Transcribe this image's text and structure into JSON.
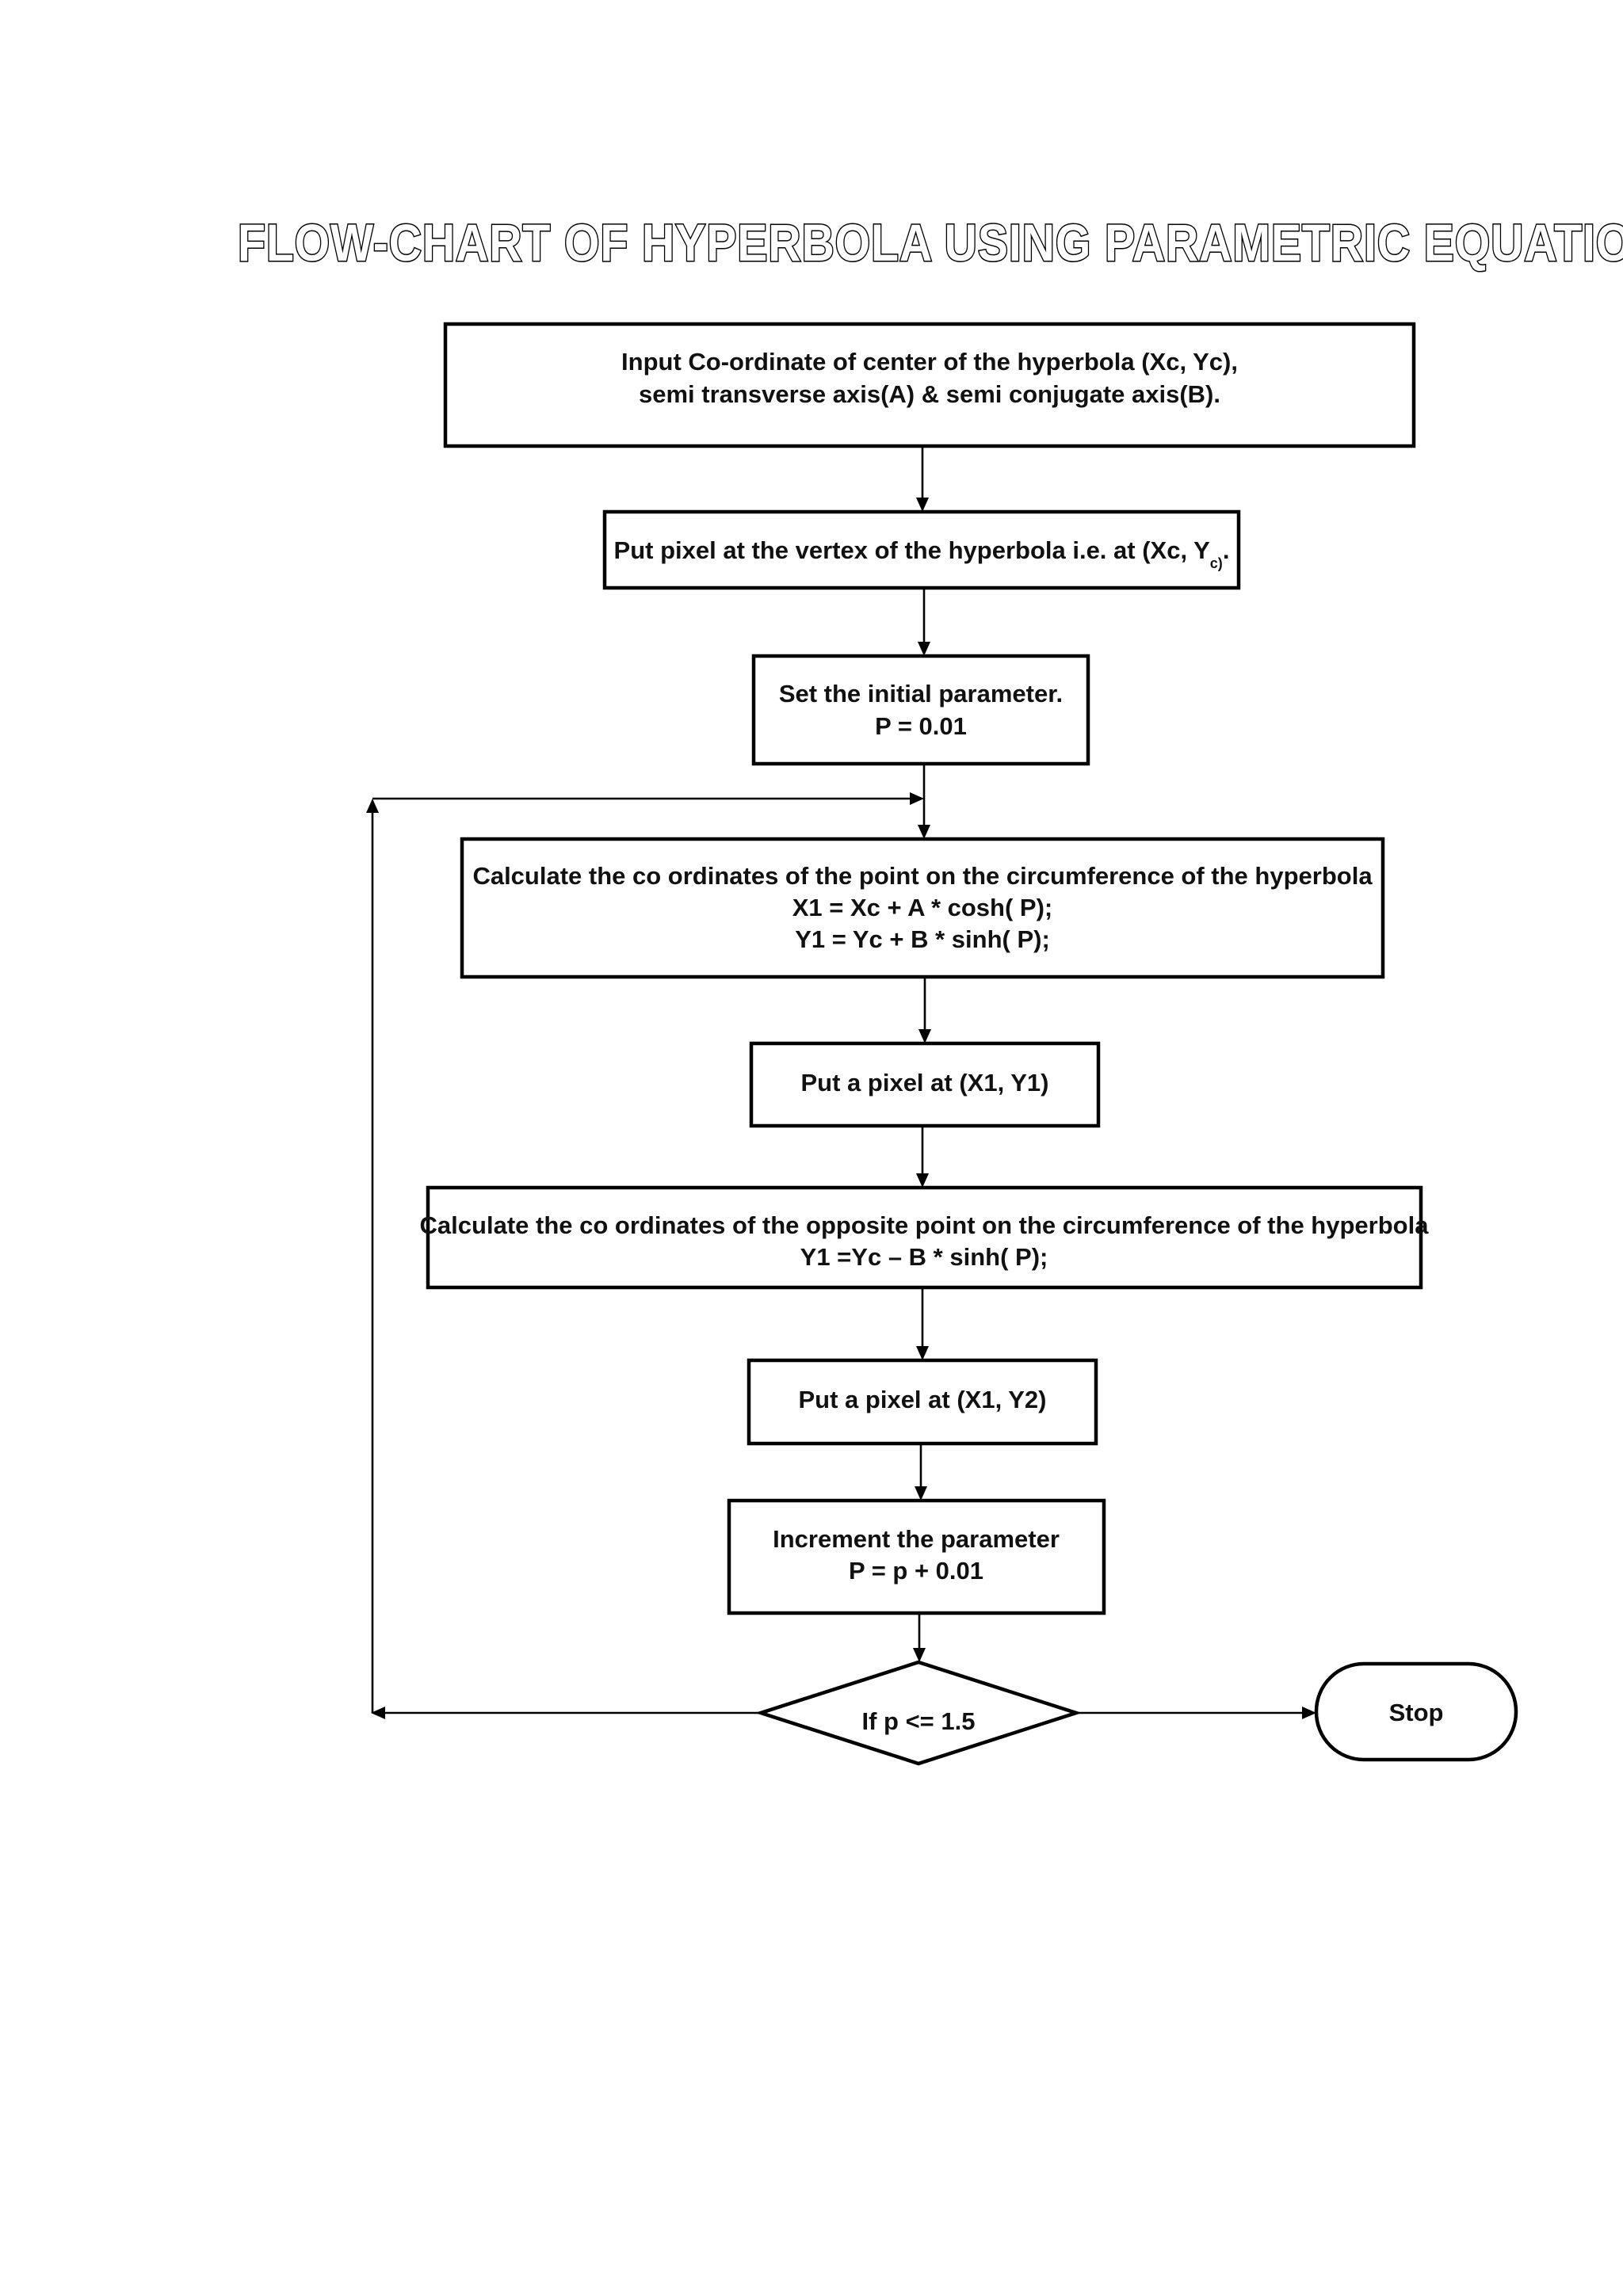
{
  "title": "FLOW-CHART OF HYPERBOLA USING PARAMETRIC EQUATION",
  "nodes": {
    "input": {
      "line1": "Input Co-ordinate of center of the hyperbola (Xc, Yc),",
      "line2": "semi transverse axis(A) & semi conjugate axis(B)."
    },
    "vertex": {
      "line1_main": "Put pixel at the vertex of the hyperbola i.e. at (Xc, Y",
      "line1_sub": "c)",
      "line1_end": "."
    },
    "init": {
      "line1": "Set the initial parameter.",
      "line2": "P = 0.01"
    },
    "calc1": {
      "line1": "Calculate the co ordinates of the point on the circumference of the hyperbola",
      "line2": "X1 = Xc + A * cosh( P);",
      "line3": "Y1 = Yc + B * sinh( P);"
    },
    "pixel1": {
      "line1": "Put a pixel at (X1, Y1)"
    },
    "calc2": {
      "line1": "Calculate the co ordinates of the opposite point on the circumference of the hyperbola",
      "line2": "Y1 =Yc – B * sinh( P);"
    },
    "pixel2": {
      "line1": "Put a pixel at (X1, Y2)"
    },
    "increment": {
      "line1": "Increment the parameter",
      "line2": "P  = p  + 0.01"
    },
    "decision": {
      "line1": "If p <= 1.5"
    },
    "stop": {
      "line1": "Stop"
    }
  }
}
